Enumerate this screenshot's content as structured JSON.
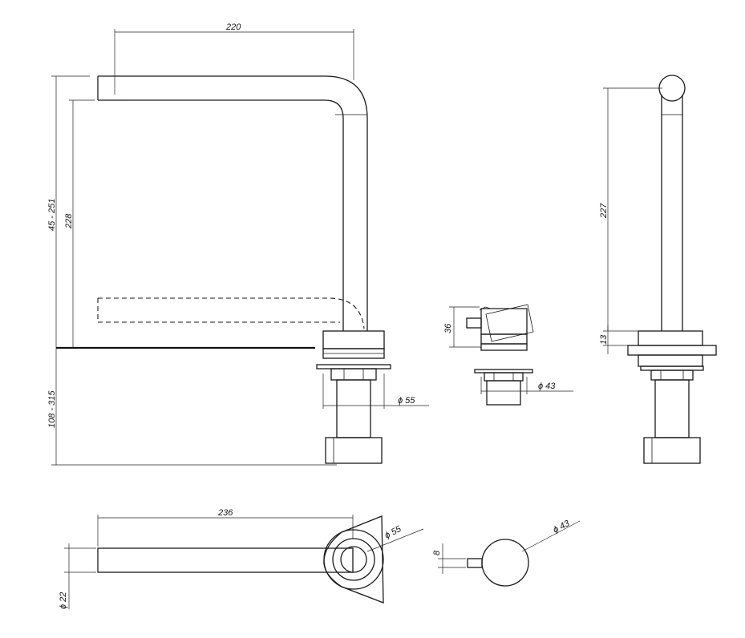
{
  "dimensions": {
    "spout_reach": "220",
    "height_range": "45 - 251",
    "spout_clearance": "228",
    "below_deck_range": "108 - 315",
    "base_diameter": "ϕ 55",
    "small_body_height": "36",
    "small_base_diameter": "ϕ 43",
    "side_height": "227",
    "side_base_height": "13",
    "top_length": "236",
    "top_base_diameter": "ϕ 55",
    "top_pipe_diameter": "ϕ 22",
    "handle_width": "8",
    "handle_diameter": "ϕ 43"
  }
}
